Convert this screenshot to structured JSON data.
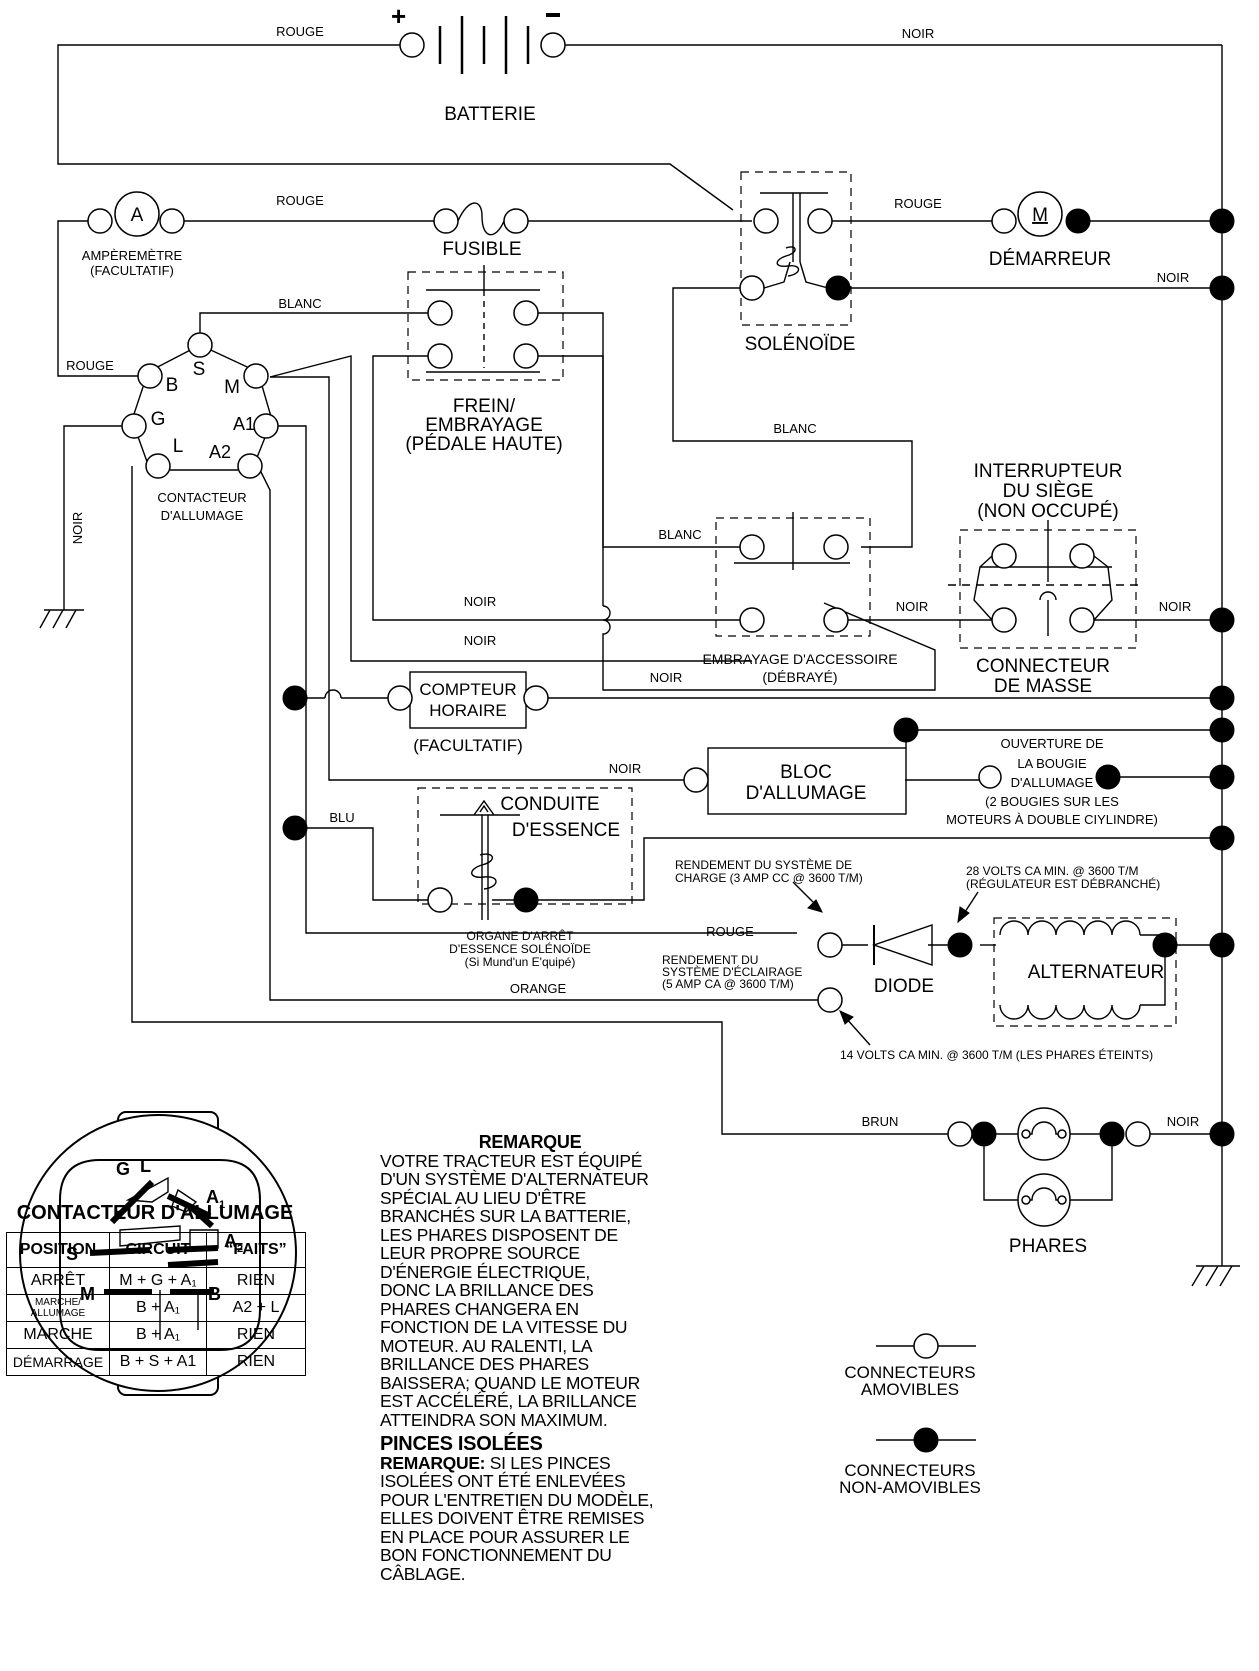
{
  "wires": {
    "rouge1": "ROUGE",
    "noir_top": "NOIR",
    "rouge2": "ROUGE",
    "rouge3": "ROUGE",
    "noir_dem": "NOIR",
    "blanc1": "BLANC",
    "rouge_amp": "ROUGE",
    "noir_gnd": "NOIR",
    "blanc2": "BLANC",
    "blanc3": "BLANC",
    "noir1": "NOIR",
    "noir2": "NOIR",
    "noir3": "NOIR",
    "noir4": "NOIR",
    "noir5": "NOIR",
    "noir6": "NOIR",
    "blu": "BLU",
    "rouge4": "ROUGE",
    "orange": "ORANGE",
    "brun": "BRUN",
    "noir7": "NOIR"
  },
  "components": {
    "batterie": "BATTERIE",
    "amperemetre_symbol": "A",
    "amperemetre_l1": "AMPÈREMÈTRE",
    "amperemetre_l2": "(FACULTATIF)",
    "fusible": "FUSIBLE",
    "demarreur_symbol": "M",
    "demarreur": "DÉMARREUR",
    "solenoide": "SOLÉNOÏDE",
    "frein_l1": "FREIN/",
    "frein_l2": "EMBRAYAGE",
    "frein_l3": "(PÉDALE HAUTE)",
    "contacteur_l1": "CONTACTEUR",
    "contacteur_l2": "D'ALLUMAGE",
    "siege_l1": "INTERRUPTEUR",
    "siege_l2": "DU SIÈGE",
    "siege_l3": "(NON OCCUPÉ)",
    "masse_l1": "CONNECTEUR",
    "masse_l2": "DE MASSE",
    "embrayage_l1": "EMBRAYAGE D'ACCESSOIRE",
    "embrayage_l2": "(DÉBRAYÉ)",
    "compteur_l1": "COMPTEUR",
    "compteur_l2": "HORAIRE",
    "compteur_l3": "(FACULTATIF)",
    "bloc_l1": "BLOC",
    "bloc_l2": "D'ALLUMAGE",
    "bougie_l1": "OUVERTURE DE",
    "bougie_l2": "LA BOUGIE",
    "bougie_l3": "D'ALLUMAGE",
    "bougie_l4": "(2 BOUGIES SUR LES",
    "bougie_l5": "MOTEURS À DOUBLE CIYLINDRE)",
    "conduite_l1": "CONDUITE",
    "conduite_l2": "D'ESSENCE",
    "organe_l1": "ORGANE D'ARRÊT",
    "organe_l2": "D'ESSENCE SOLÉNOÏDE",
    "organe_l3": "(Si Mund'un E'quipé)",
    "charge_l1": "RENDEMENT DU SYSTÈME DE",
    "charge_l2": "CHARGE (3 AMP CC @ 3600 T/M)",
    "v28_l1": "28 VOLTS CA MIN. @ 3600 T/M",
    "v28_l2": "(RÉGULATEUR EST DÉBRANCHÉ)",
    "eclairage_l1": "RENDEMENT DU",
    "eclairage_l2": "SYSTÈME D'ÉCLAIRAGE",
    "eclairage_l3": "(5 AMP CA @ 3600 T/M)",
    "diode": "DIODE",
    "alternateur": "ALTERNATEUR",
    "v14": "14 VOLTS CA MIN. @ 3600 T/M (LES PHARES ÉTEINTS)",
    "phares": "PHARES"
  },
  "switch_terminals": {
    "B": "B",
    "S": "S",
    "M": "M",
    "G": "G",
    "A1": "A1",
    "L": "L",
    "A2": "A2"
  },
  "switch_face": {
    "G": "G",
    "L": "L",
    "A1": "A",
    "A1_sub": "1",
    "A2": "A",
    "A2_sub": "2",
    "S": "S",
    "M": "M",
    "B": "B"
  },
  "note": {
    "title": "REMARQUE",
    "lines": [
      "VOTRE TRACTEUR EST ÉQUIPÉ",
      "D'UN SYSTÈME D'ALTERNATEUR",
      "SPÉCIAL AU LIEU D'ÊTRE",
      "BRANCHÉS SUR LA BATTERIE,",
      "LES PHARES DISPOSENT DE",
      "LEUR PROPRE SOURCE",
      "D'ÉNERGIE ÉLECTRIQUE,",
      "DONC LA BRILLANCE DES",
      "PHARES CHANGERA EN",
      "FONCTION DE LA VITESSE DU",
      "MOTEUR. AU RALENTI, LA",
      "BRILLANCE DES PHARES",
      "BAISSERA; QUAND LE MOTEUR",
      "EST ACCÉLÉRÉ, LA BRILLANCE",
      "ATTEINDRA SON MAXIMUM."
    ],
    "pinces_title": "PINCES ISOLÉES",
    "pinces_label": "REMARQUE:",
    "pinces_lines": [
      " SI LES PINCES",
      "ISOLÉES ONT ÉTÉ ENLEVÉES",
      "POUR L'ENTRETIEN DU MODÈLE,",
      "ELLES DOIVENT ÊTRE REMISES",
      "EN PLACE POUR ASSURER LE",
      "BON FONCTIONNEMENT DU",
      "CÂBLAGE."
    ]
  },
  "legend": {
    "amovibles_l1": "CONNECTEURS",
    "amovibles_l2": "AMOVIBLES",
    "non_amovibles_l1": "CONNECTEURS",
    "non_amovibles_l2": "NON-AMOVIBLES"
  },
  "switch_table": {
    "title": "CONTACTEUR D'ALLUMAGE",
    "headers": [
      "POSITION",
      "CIRCUIT",
      "“FAITS”"
    ],
    "rows": [
      [
        "ARRÊT",
        "M + G + A₁",
        "RIEN"
      ],
      [
        "MARCHE/ ALLUMAGE",
        "B + A₁",
        "A2 + L"
      ],
      [
        "MARCHE",
        "B + A₁",
        "RIEN"
      ],
      [
        "DÉMARRAGE",
        "B + S + A1",
        "RIEN"
      ]
    ]
  }
}
